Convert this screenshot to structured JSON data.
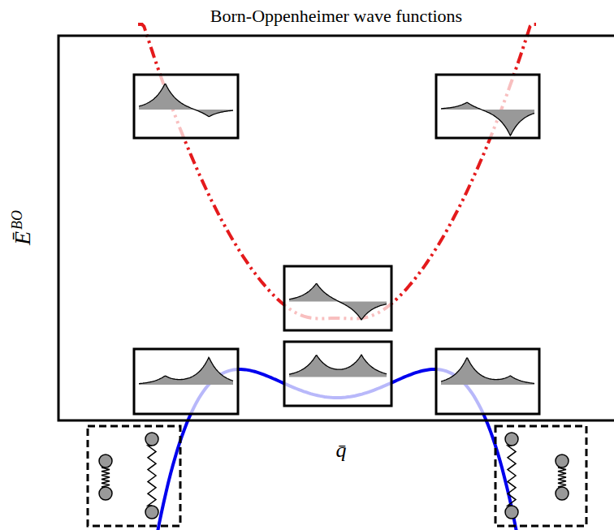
{
  "diagram": {
    "title": "Born-Oppenheimer wave functions",
    "labels": [
      "Ē",
      "BO",
      "q̄"
    ]
  }
}
